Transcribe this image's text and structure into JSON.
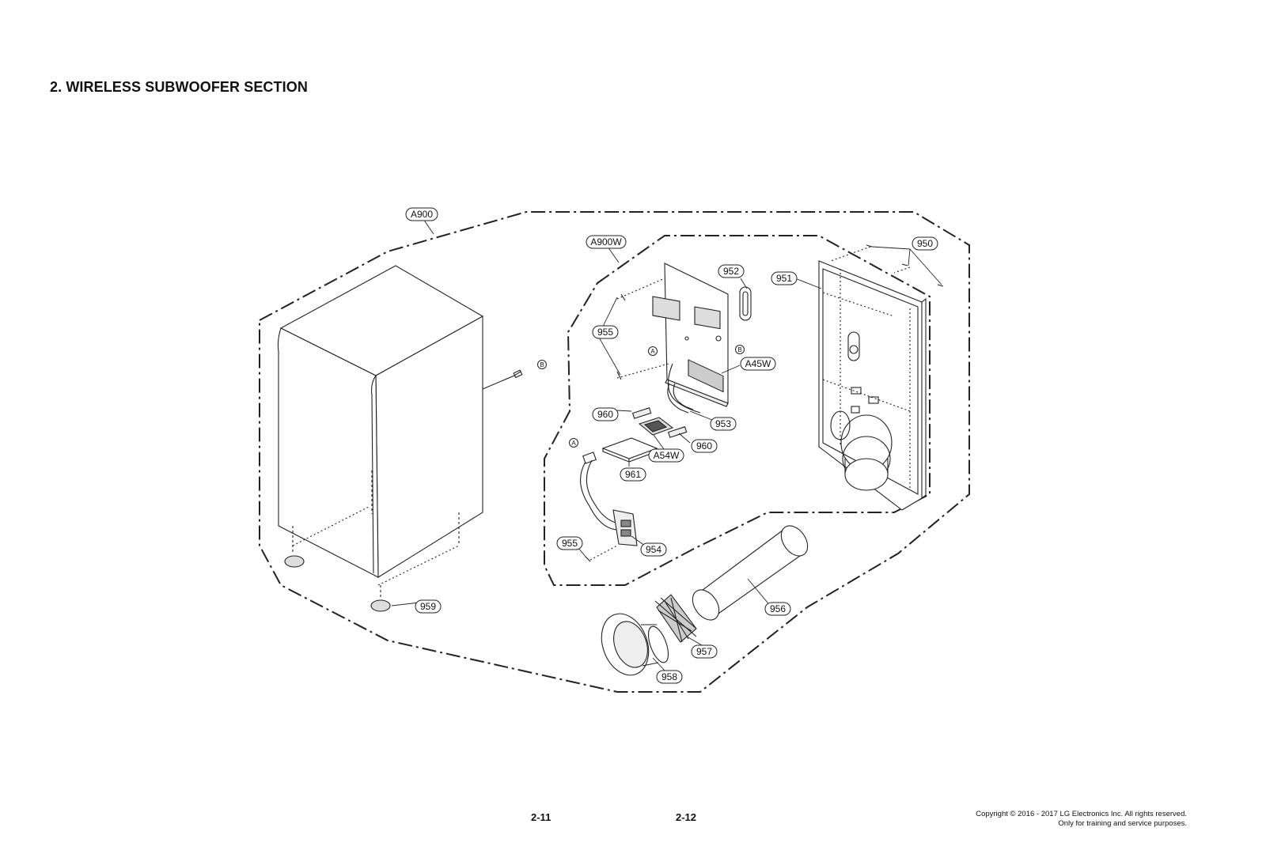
{
  "header": {
    "title": "2. WIRELESS SUBWOOFER SECTION"
  },
  "footer": {
    "page_left": "2-11",
    "page_right": "2-12",
    "copyright_line1": "Copyright © 2016 - 2017 LG Electronics Inc. All rights reserved.",
    "copyright_line2": "Only for training and service purposes."
  },
  "diagram": {
    "callouts": {
      "a900": "A900",
      "a900w": "A900W",
      "p950": "950",
      "p951": "951",
      "p952": "952",
      "p953": "953",
      "p954": "954",
      "p955_top": "955",
      "p955_bottom": "955",
      "p956": "956",
      "p957": "957",
      "p958": "958",
      "p959": "959",
      "p960_left": "960",
      "p960_right": "960",
      "p961": "961",
      "a45w": "A45W",
      "a54w": "A54W"
    },
    "markers": {
      "a_board": "A",
      "a_cable": "A",
      "b_board": "B",
      "b_cabinet": "B"
    }
  }
}
